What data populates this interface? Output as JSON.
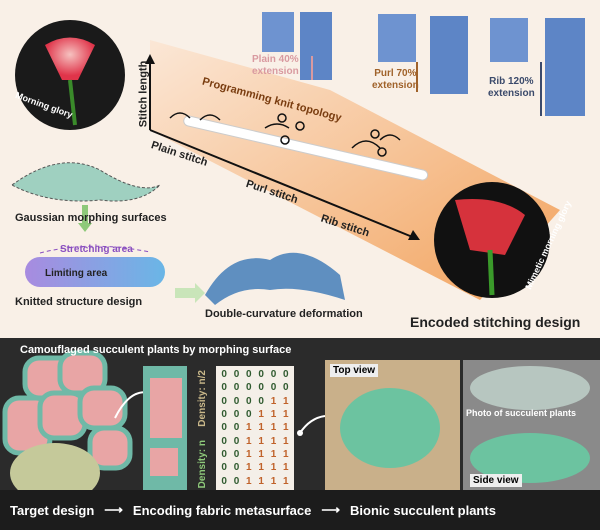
{
  "top": {
    "morning_glory": "Morning glory",
    "stitch_length": "Stitch length",
    "programming": "Programming knit topology",
    "plain_stitch": "Plain stitch",
    "purl_stitch": "Purl stitch",
    "rib_stitch": "Rib stitch",
    "gaussian": "Gaussian morphing surfaces",
    "stretching": "Stretching area",
    "limiting": "Limiting area",
    "knitted": "Knitted structure design",
    "double_curv": "Double-curvature deformation",
    "encoded": "Encoded stitching design",
    "mimetic": "Mimetic morning glory",
    "plain_ext": [
      "Plain 40%",
      "extension"
    ],
    "purl_ext": [
      "Purl 70%",
      "extension"
    ],
    "rib_ext": [
      "Rib 120%",
      "extension"
    ]
  },
  "bottom": {
    "title": "Camouflaged succulent plants by morphing surface",
    "density_half": "Density: n/2",
    "density_n": "Density: n",
    "top_view": "Top view",
    "photo": "Photo of succulent plants",
    "side_view": "Side view",
    "target": "Target design",
    "encoding": "Encoding fabric metasurface",
    "bionic": "Bionic succulent plants",
    "bits": [
      [
        "0",
        "0",
        "0",
        "0",
        "0",
        "0"
      ],
      [
        "0",
        "0",
        "0",
        "0",
        "0",
        "0"
      ],
      [
        "0",
        "0",
        "0",
        "0",
        "1",
        "1"
      ],
      [
        "0",
        "0",
        "0",
        "1",
        "1",
        "1"
      ],
      [
        "0",
        "0",
        "1",
        "1",
        "1",
        "1"
      ],
      [
        "0",
        "0",
        "1",
        "1",
        "1",
        "1"
      ],
      [
        "0",
        "0",
        "1",
        "1",
        "1",
        "1"
      ],
      [
        "0",
        "0",
        "1",
        "1",
        "1",
        "1"
      ],
      [
        "0",
        "0",
        "1",
        "1",
        "1",
        "1"
      ]
    ]
  },
  "colors": {
    "plain": "#d99aa0",
    "purl": "#a0622a",
    "rib": "#3b4a6b",
    "stretch": "#8a4fc0"
  }
}
